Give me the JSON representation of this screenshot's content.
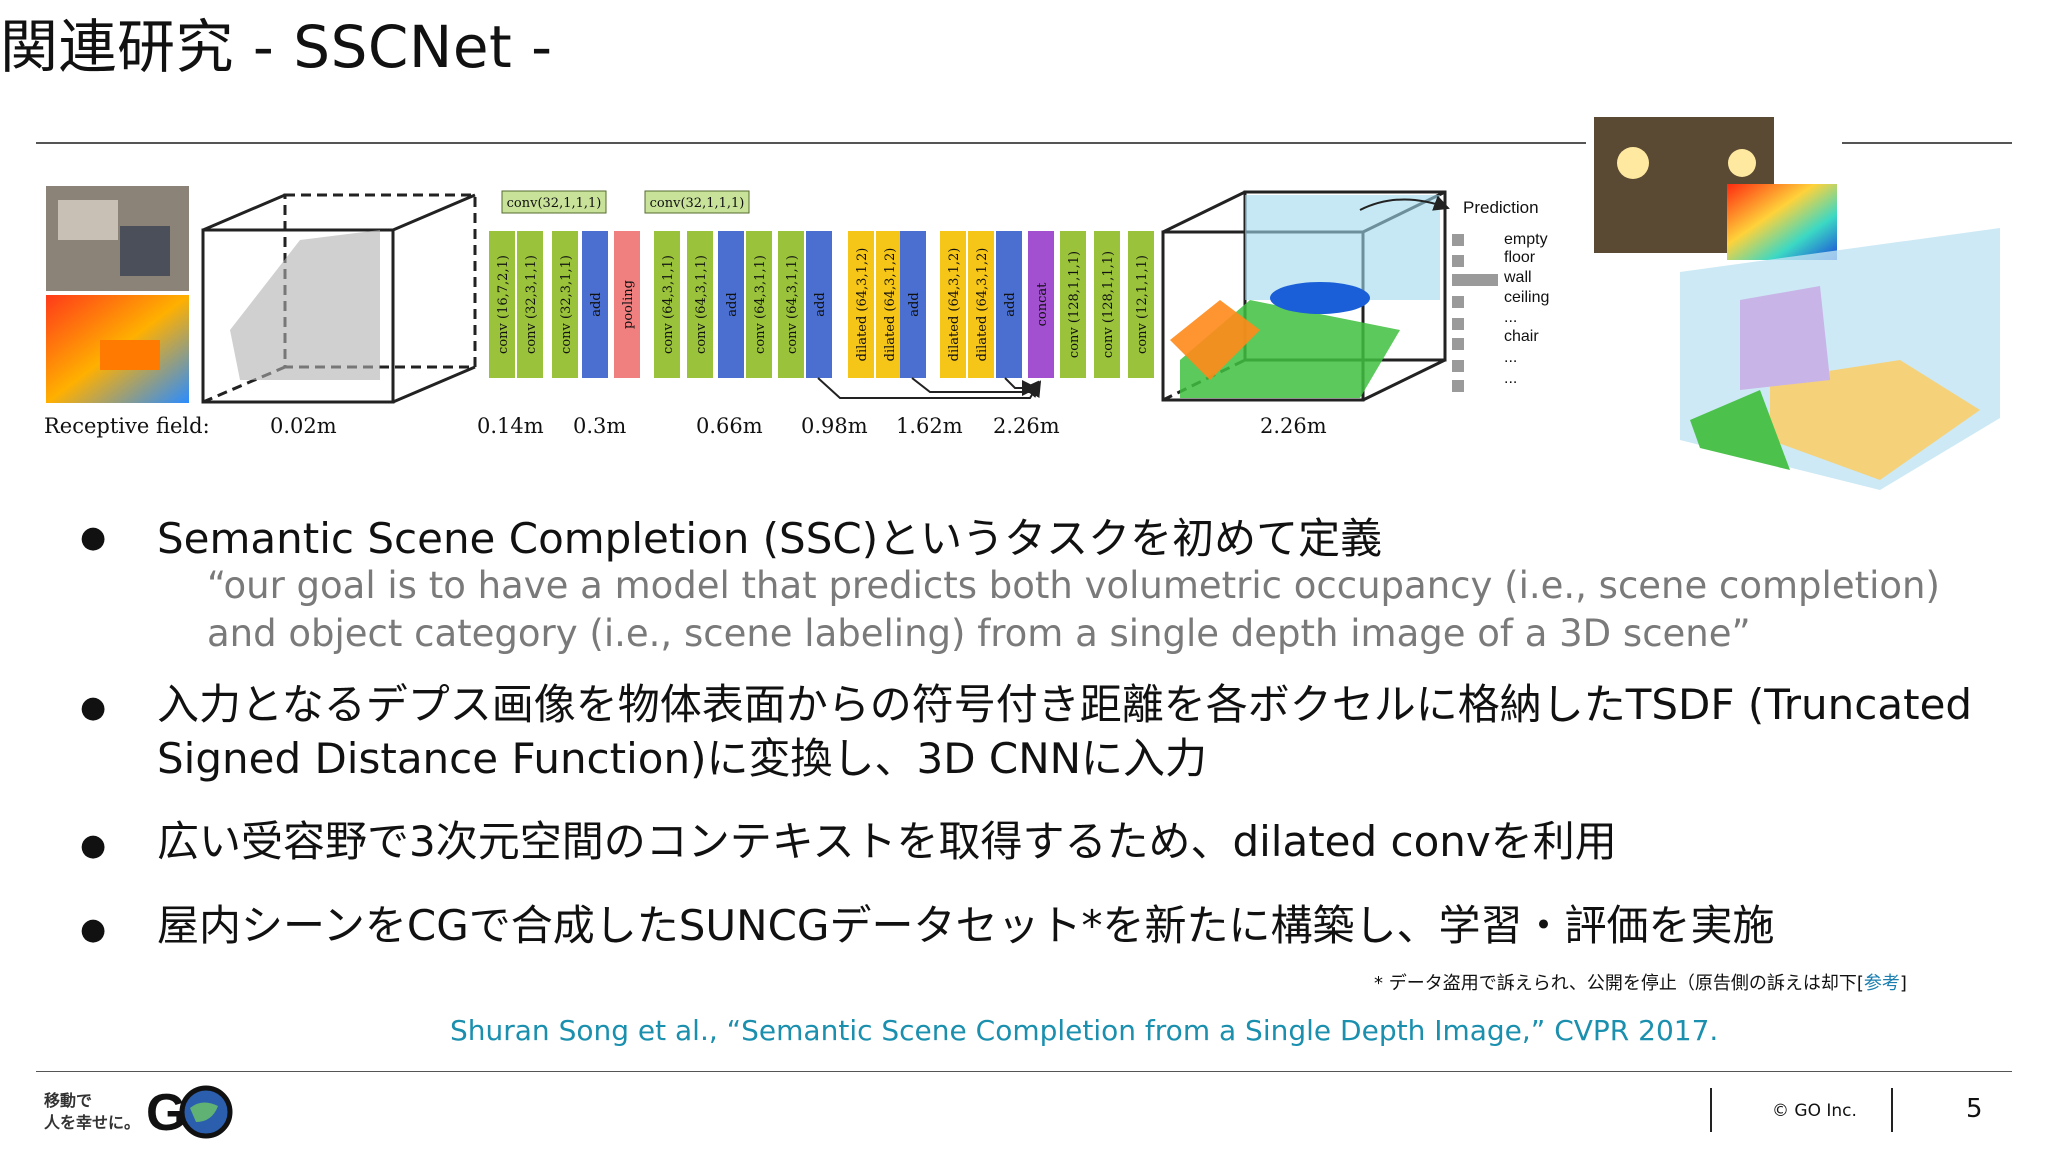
{
  "title": "関連研究 - SSCNet -",
  "figure": {
    "receptive_field_label": "Receptive field:",
    "receptive_values": [
      "0.02m",
      "0.14m",
      "0.3m",
      "0.66m",
      "0.98m",
      "1.62m",
      "2.26m",
      "2.26m"
    ],
    "conv_boxes": [
      "conv(32,1,1,1)",
      "conv(32,1,1,1)"
    ],
    "layers": [
      {
        "label": "conv (16,7,2,1)",
        "color": "#9ac33b"
      },
      {
        "label": "conv (32,3,1,1)",
        "color": "#9ac33b"
      },
      {
        "label": "conv (32,3,1,1)",
        "color": "#9ac33b"
      },
      {
        "label": "add",
        "color": "#4a6fd0"
      },
      {
        "label": "pooling",
        "color": "#f07f7f"
      },
      {
        "label": "conv (64,3,1,1)",
        "color": "#9ac33b"
      },
      {
        "label": "conv (64,3,1,1)",
        "color": "#9ac33b"
      },
      {
        "label": "add",
        "color": "#4a6fd0"
      },
      {
        "label": "conv (64,3,1,1)",
        "color": "#9ac33b"
      },
      {
        "label": "conv (64,3,1,1)",
        "color": "#9ac33b"
      },
      {
        "label": "add",
        "color": "#4a6fd0"
      },
      {
        "label": "dilated (64,3,1,2)",
        "color": "#f5c518"
      },
      {
        "label": "dilated (64,3,1,2)",
        "color": "#f5c518"
      },
      {
        "label": "add",
        "color": "#4a6fd0"
      },
      {
        "label": "dilated (64,3,1,2)",
        "color": "#f5c518"
      },
      {
        "label": "dilated (64,3,1,2)",
        "color": "#f5c518"
      },
      {
        "label": "add",
        "color": "#4a6fd0"
      },
      {
        "label": "concat",
        "color": "#a24fd0"
      },
      {
        "label": "conv (128,1,1,1)",
        "color": "#9ac33b"
      },
      {
        "label": "conv (128,1,1,1)",
        "color": "#9ac33b"
      },
      {
        "label": "conv (12,1,1,1)",
        "color": "#9ac33b"
      }
    ],
    "prediction_title": "Prediction",
    "prediction_classes": [
      "empty",
      "floor",
      "wall",
      "ceiling",
      "...",
      "chair",
      "...",
      "..."
    ]
  },
  "bullets": [
    {
      "lines": [
        "Semantic Scene Completion (SSC)というタスクを初めて定義"
      ],
      "quote": [
        "“our goal is to have a model that predicts both volumetric occupancy (i.e., scene completion)",
        "and object category (i.e., scene labeling) from a single depth image of a 3D scene”"
      ]
    },
    {
      "lines": [
        "入力となるデプス画像を物体表面からの符号付き距離を各ボクセルに格納したTSDF (Truncated",
        "Signed Distance Function)に変換し、3D CNNに入力"
      ]
    },
    {
      "lines": [
        "広い受容野で3次元空間のコンテキストを取得するため、dilated convを利用"
      ]
    },
    {
      "lines": [
        "屋内シーンをCGで合成したSUNCGデータセット*を新たに構築し、学習・評価を実施"
      ]
    }
  ],
  "footnote": {
    "text": "* データ盗用で訴えられ、公開を停止（原告側の訴えは却下[",
    "link": "参考",
    "close": "]"
  },
  "citation": "Shuran Song et al., “Semantic Scene Completion from a Single Depth Image,” CVPR 2017.",
  "footer": {
    "tagline_line1": "移動で",
    "tagline_line2": "人を幸せに。",
    "logo_text": "GO",
    "copyright": "© GO Inc.",
    "page_number": "5"
  },
  "colors": {
    "citation": "#1a8fae",
    "quote": "#7a7a7a",
    "logo_blue": "#2b5fae"
  }
}
